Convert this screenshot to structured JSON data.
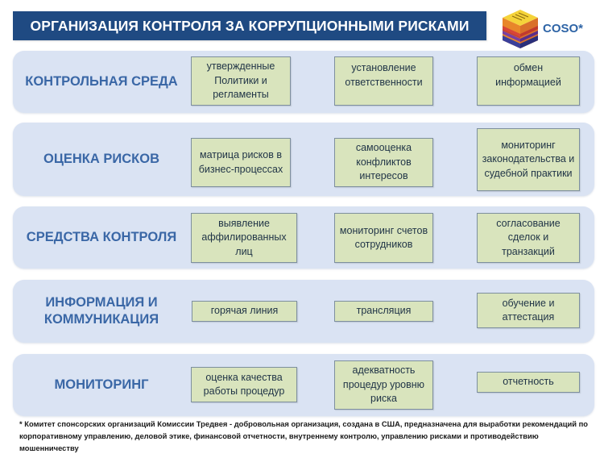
{
  "header": {
    "title": "ОРГАНИЗАЦИЯ КОНТРОЛЯ ЗА КОРРУПЦИОННЫМИ РИСКАМИ",
    "logo_text": "COSO*",
    "logo_icon": "coso-cube-icon"
  },
  "colors": {
    "title_bg": "#1f4a82",
    "band_bg": "#dae3f3",
    "band_label": "#3a67a6",
    "box_bg": "#d9e4bd",
    "box_border": "#7d8f9e"
  },
  "rows": [
    {
      "label": "КОНТРОЛЬНАЯ СРЕДА",
      "items": [
        "утвержденные Политики и регламенты",
        "установление ответственности",
        "обмен информацией"
      ]
    },
    {
      "label": "ОЦЕНКА РИСКОВ",
      "items": [
        "матрица рисков в бизнес-процессах",
        "самооценка конфликтов интересов",
        "мониторинг законодательства и судебной практики"
      ]
    },
    {
      "label": "СРЕДСТВА КОНТРОЛЯ",
      "items": [
        "выявление аффилированных лиц",
        "мониторинг счетов сотрудников",
        "согласование сделок и транзакций"
      ]
    },
    {
      "label": "ИНФОРМАЦИЯ И КОММУНИКАЦИЯ",
      "items": [
        "горячая линия",
        "трансляция",
        "обучение и аттестация"
      ]
    },
    {
      "label": "МОНИТОРИНГ",
      "items": [
        "оценка качества работы процедур",
        "адекватность процедур уровню риска",
        "отчетность"
      ]
    }
  ],
  "footnote": "* Комитет спонсорских организаций Комиссии Тредвея - добровольная организация, создана в США, предназначена для выработки рекомендаций по корпоративному управлению, деловой этике, финансовой отчетности, внутреннему контролю, управлению рисками и противодействию мошенничеству"
}
